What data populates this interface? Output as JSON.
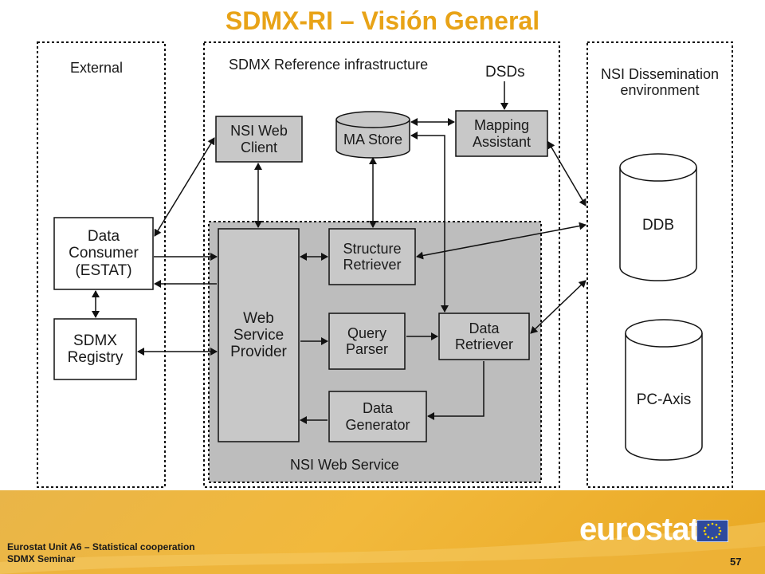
{
  "title": "SDMX-RI – Visión General",
  "regions": {
    "external": "External",
    "reference": "SDMX Reference infrastructure",
    "nsi_env": "NSI Dissemination environment",
    "web_service": "NSI Web Service"
  },
  "nodes": {
    "nsi_web_client": "NSI Web Client",
    "ma_store": "MA Store",
    "mapping_assistant": "Mapping Assistant",
    "dsds": "DSDs",
    "data_consumer": "Data Consumer (ESTAT)",
    "sdmx_registry": "SDMX Registry",
    "web_service_provider": "Web Service Provider",
    "structure_retriever": "Structure Retriever",
    "query_parser": "Query Parser",
    "data_retriever": "Data Retriever",
    "data_generator": "Data Generator",
    "ddb": "DDB",
    "pc_axis": "PC-Axis"
  },
  "footer": {
    "line1": "Eurostat Unit A6 – Statistical cooperation",
    "line2": "SDMX Seminar",
    "page": "57",
    "logo": "eurostat"
  },
  "colors": {
    "title": "#e8a317",
    "box_fill": "#c8c8c8",
    "web_service_fill": "#bdbdbd",
    "footer": "#f2b93c",
    "eu_flag": "#2e4a9e"
  }
}
